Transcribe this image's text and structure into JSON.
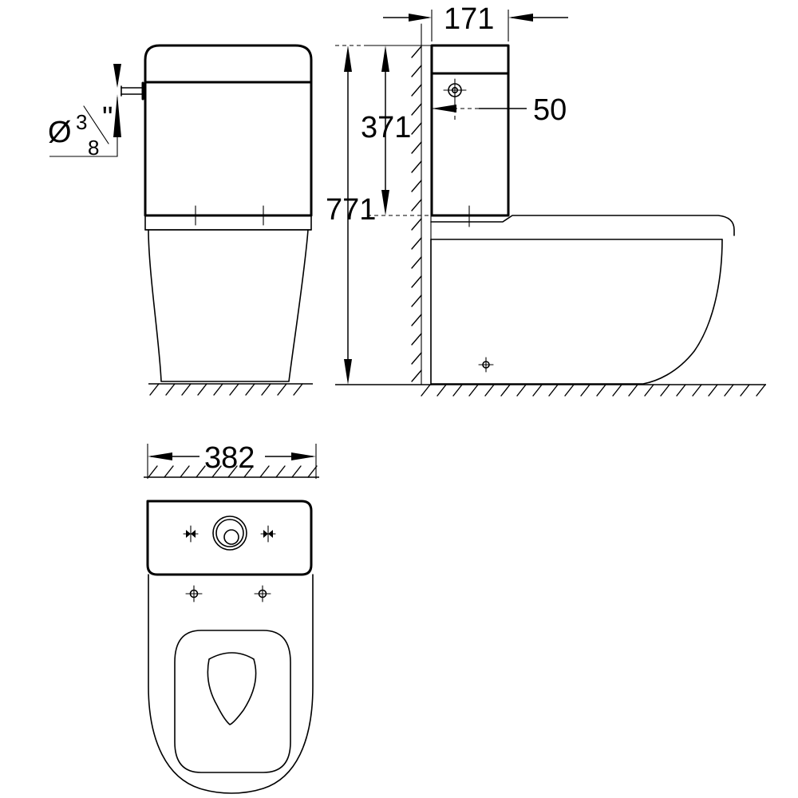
{
  "drawing": {
    "title": "Close-coupled WC pan and cistern dimensional drawing",
    "units_note": "",
    "line_color": "#000000",
    "background_color": "#ffffff"
  },
  "dimensions": {
    "inlet_thread": {
      "symbol": "Ø",
      "whole": "",
      "numerator": "3",
      "denominator": "8",
      "unit": "\"",
      "label": "Ø3/8\"",
      "name": "water-inlet-thread-size"
    },
    "cistern_depth": {
      "value": "171",
      "name": "cistern-depth"
    },
    "inlet_offset": {
      "value": "50",
      "name": "inlet-offset-from-wall"
    },
    "cistern_base_height": {
      "value": "371",
      "name": "inlet-height-from-seat-level"
    },
    "total_height": {
      "value": "771",
      "name": "overall-height"
    },
    "width": {
      "value": "382",
      "name": "overall-width"
    }
  },
  "views": {
    "front_elevation": {
      "name": "front-elevation-view",
      "label": ""
    },
    "side_elevation": {
      "name": "side-elevation-view",
      "label": ""
    },
    "plan": {
      "name": "plan-view",
      "label": ""
    }
  },
  "features": {
    "flush_button": "flush-button",
    "fixing_hole_left": "fixing-hole-left",
    "fixing_hole_right": "fixing-hole-right",
    "cistern_bolt_left": "cistern-bolt-left",
    "cistern_bolt_right": "cistern-bolt-right",
    "inlet_centre_mark": "inlet-centre-mark",
    "outlet_centre_mark": "outlet-centre-mark",
    "wall_line": "wall-hatching",
    "floor_line": "floor-hatching"
  }
}
